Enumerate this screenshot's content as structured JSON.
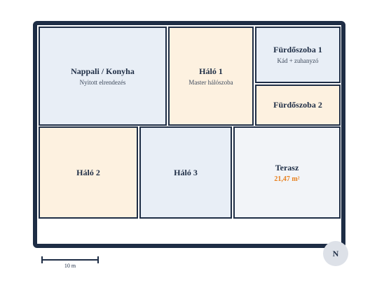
{
  "floor_plan": {
    "rooms": [
      {
        "id": "nappali-konyha",
        "name": "Nappali / Konyha",
        "subtitle": "Nyitott elrendezés"
      },
      {
        "id": "halo-1",
        "name": "Háló 1",
        "subtitle": "Master hálószoba"
      },
      {
        "id": "furdoszoba-1",
        "name": "Fürdőszoba 1",
        "subtitle": "Kád + zuhanyzó"
      },
      {
        "id": "furdoszoba-2",
        "name": "Fürdőszoba 2"
      },
      {
        "id": "halo-2",
        "name": "Háló 2"
      },
      {
        "id": "halo-3",
        "name": "Háló 3"
      },
      {
        "id": "terasz",
        "name": "Terasz",
        "area": "21,47 m²"
      }
    ],
    "scale_label": "10 m",
    "north_label": "N"
  },
  "colors": {
    "wall": "#1e2d45",
    "room_blue": "#e8eef6",
    "room_peach": "#fdf1e0",
    "room_grey": "#f2f4f8",
    "area_accent": "#e8801e"
  }
}
